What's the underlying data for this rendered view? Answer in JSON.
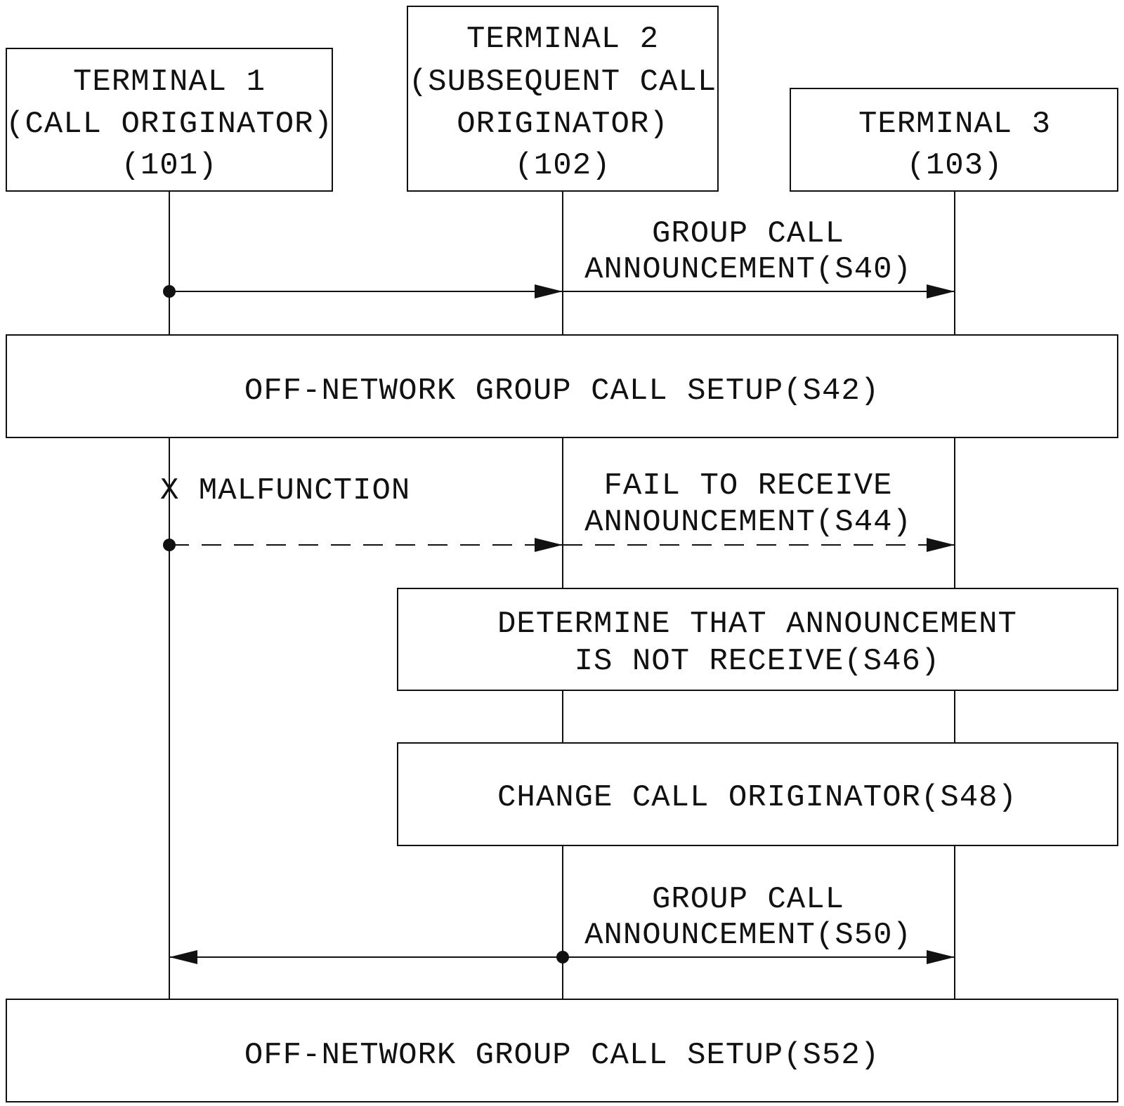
{
  "participants": [
    {
      "id": "t1",
      "lines": [
        "TERMINAL 1",
        "(CALL ORIGINATOR)",
        "(101)"
      ]
    },
    {
      "id": "t2",
      "lines": [
        "TERMINAL 2",
        "(SUBSEQUENT CALL",
        "ORIGINATOR)",
        "(102)"
      ]
    },
    {
      "id": "t3",
      "lines": [
        "TERMINAL 3",
        "(103)"
      ]
    }
  ],
  "messages": {
    "s40": {
      "lines": [
        "GROUP CALL",
        "ANNOUNCEMENT(S40)"
      ],
      "style": "solid"
    },
    "s44": {
      "lines": [
        "FAIL TO RECEIVE",
        "ANNOUNCEMENT(S44)"
      ],
      "style": "dashed"
    },
    "s50": {
      "lines": [
        "GROUP CALL",
        "ANNOUNCEMENT(S50)"
      ],
      "style": "solid"
    }
  },
  "malfunction": "X MALFUNCTION",
  "steps": {
    "s42": {
      "lines": [
        "OFF-NETWORK GROUP CALL SETUP(S42)"
      ]
    },
    "s46": {
      "lines": [
        "DETERMINE THAT ANNOUNCEMENT",
        "IS NOT RECEIVE(S46)"
      ]
    },
    "s48": {
      "lines": [
        "CHANGE CALL ORIGINATOR(S48)"
      ]
    },
    "s52": {
      "lines": [
        "OFF-NETWORK GROUP CALL SETUP(S52)"
      ]
    }
  },
  "colors": {
    "ink": "#111111",
    "background": "#ffffff"
  }
}
